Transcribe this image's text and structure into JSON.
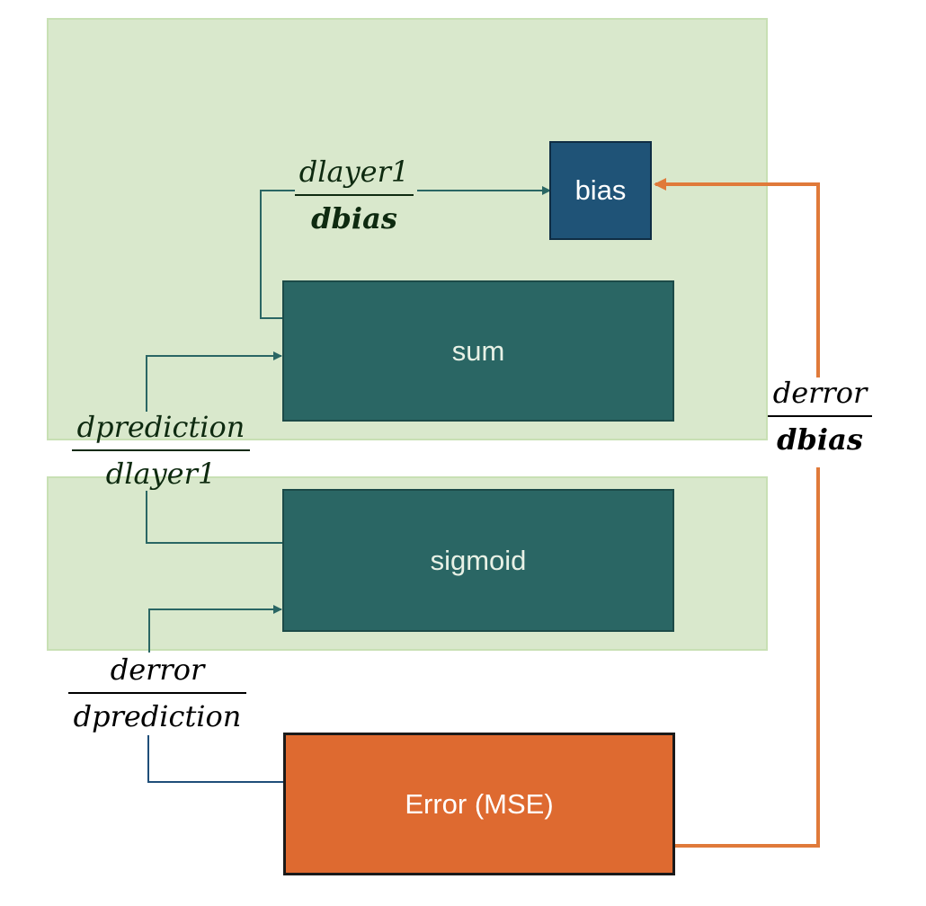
{
  "nodes": {
    "bias": "bias",
    "sum": "sum",
    "sigmoid": "sigmoid",
    "error": "Error (MSE)"
  },
  "labels": {
    "dlayer1_dbias": {
      "numerator": "dlayer1",
      "denominator": "dbias"
    },
    "dprediction_dlayer1": {
      "numerator": "dprediction",
      "denominator": "dlayer1"
    },
    "derror_dprediction": {
      "numerator": "derror",
      "denominator": "dprediction"
    },
    "derror_dbias": {
      "numerator": "derror",
      "denominator": "dbias"
    }
  },
  "colors": {
    "panel_fill": "#d9e8cc",
    "teal_box": "#2a6664",
    "bias_box": "#1f5377",
    "error_box": "#de6a30",
    "teal_arrow": "#2a6664",
    "navy_line": "#1f4e79",
    "orange_arrow": "#e07a3a"
  }
}
